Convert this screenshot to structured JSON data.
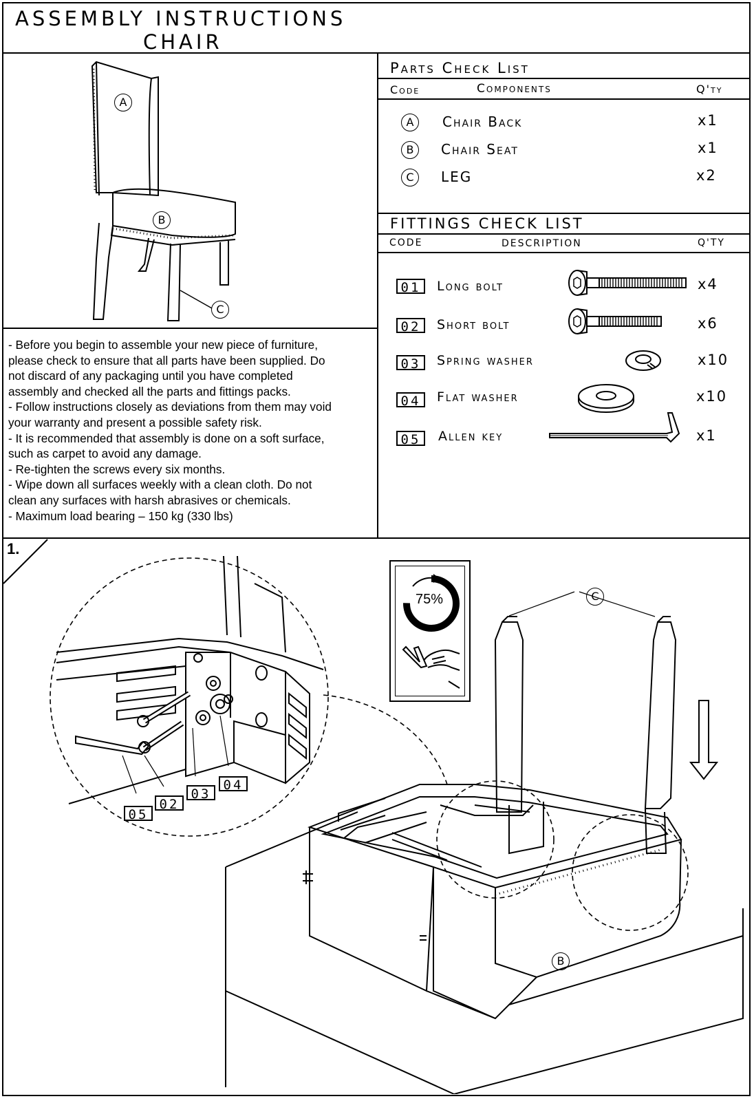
{
  "header": {
    "title_line1": "ASSEMBLY INSTRUCTIONS",
    "title_line2": "CHAIR"
  },
  "parts": {
    "title": "Parts Check List",
    "col_code": "Code",
    "col_components": "Components",
    "col_qty": "Q'ty",
    "items": [
      {
        "code": "A",
        "name": "Chair Back",
        "qty": "x1"
      },
      {
        "code": "B",
        "name": "Chair Seat",
        "qty": "x1"
      },
      {
        "code": "C",
        "name": "LEG",
        "qty": "x2"
      }
    ]
  },
  "fittings": {
    "title": "FITTINGS CHECK LIST",
    "col_code": "CODE",
    "col_description": "DESCRIPTION",
    "col_qty": "Q'TY",
    "items": [
      {
        "code": "01",
        "name": "Long bolt",
        "qty": "x4",
        "icon": "long-bolt-icon"
      },
      {
        "code": "02",
        "name": "Short bolt",
        "qty": "x6",
        "icon": "short-bolt-icon"
      },
      {
        "code": "03",
        "name": "Spring washer",
        "qty": "x10",
        "icon": "spring-washer-icon"
      },
      {
        "code": "04",
        "name": "Flat washer",
        "qty": "x10",
        "icon": "flat-washer-icon"
      },
      {
        "code": "05",
        "name": "Allen key",
        "qty": "x1",
        "icon": "allen-key-icon"
      }
    ]
  },
  "overview_labels": {
    "a": "A",
    "b": "B",
    "c": "C"
  },
  "notes": [
    "- Before you begin to assemble your new piece of furniture,",
    "please check to ensure that all parts have been supplied. Do",
    "not discard of any packaging until you have completed",
    "assembly and checked all the parts and fittings packs.",
    "- Follow instructions closely as deviations from them may void",
    "your warranty and present a possible safety risk.",
    "- It is recommended that assembly is done on a soft surface,",
    "such as carpet to avoid any damage.",
    "- Re-tighten the screws every six months.",
    "- Wipe down all surfaces weekly with a clean cloth. Do not",
    "clean any surfaces with harsh abrasives or chemicals.",
    "- Maximum load bearing – 150 kg (330 lbs)"
  ],
  "step": {
    "number": "1.",
    "tighten_percent": "75%",
    "callouts": [
      "05",
      "02",
      "03",
      "04"
    ],
    "leg_label": "C",
    "seat_label": "B"
  }
}
